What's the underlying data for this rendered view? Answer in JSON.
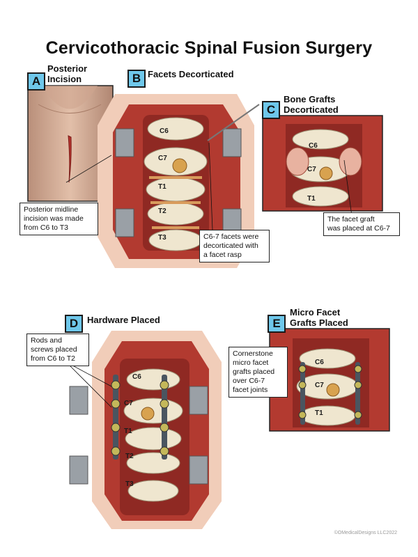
{
  "title": "Cervicothoracic Spinal Fusion Surgery",
  "panels": {
    "a": {
      "letter": "A",
      "title_line1": "Posterior",
      "title_line2": "Incision",
      "callout": [
        "Posterior midline",
        "incision was made",
        "from C6 to T3"
      ]
    },
    "b": {
      "letter": "B",
      "title": "Facets Decorticated",
      "callout": [
        "C6-7 facets were",
        "decorticated with",
        "a facet rasp"
      ],
      "levels": [
        "C6",
        "C7",
        "T1",
        "T2",
        "T3"
      ]
    },
    "c": {
      "letter": "C",
      "title_line1": "Bone Grafts",
      "title_line2": "Decorticated",
      "callout": [
        "The facet graft",
        "was placed at C6-7"
      ],
      "levels": [
        "C6",
        "C7",
        "T1"
      ]
    },
    "d": {
      "letter": "D",
      "title": "Hardware Placed",
      "callout": [
        "Rods and",
        "screws placed",
        "from C6 to T2"
      ],
      "levels": [
        "C6",
        "C7",
        "T1",
        "T2",
        "T3"
      ]
    },
    "e": {
      "letter": "E",
      "title_line1": "Micro Facet",
      "title_line2": "Grafts Placed",
      "callout": [
        "Cornerstone",
        "micro facet",
        "grafts placed",
        "over C6-7",
        "facet joints"
      ],
      "levels": [
        "C6",
        "C7",
        "T1"
      ]
    }
  },
  "copyright": "©OMedicalDesigns LLC2022",
  "colors": {
    "badge": "#6ec7ea",
    "tissue": "#b8322a",
    "skin": "#f2c9b4",
    "bone": "#efe6cf",
    "disc": "#d89b5c",
    "hardware": "#4a5560"
  }
}
